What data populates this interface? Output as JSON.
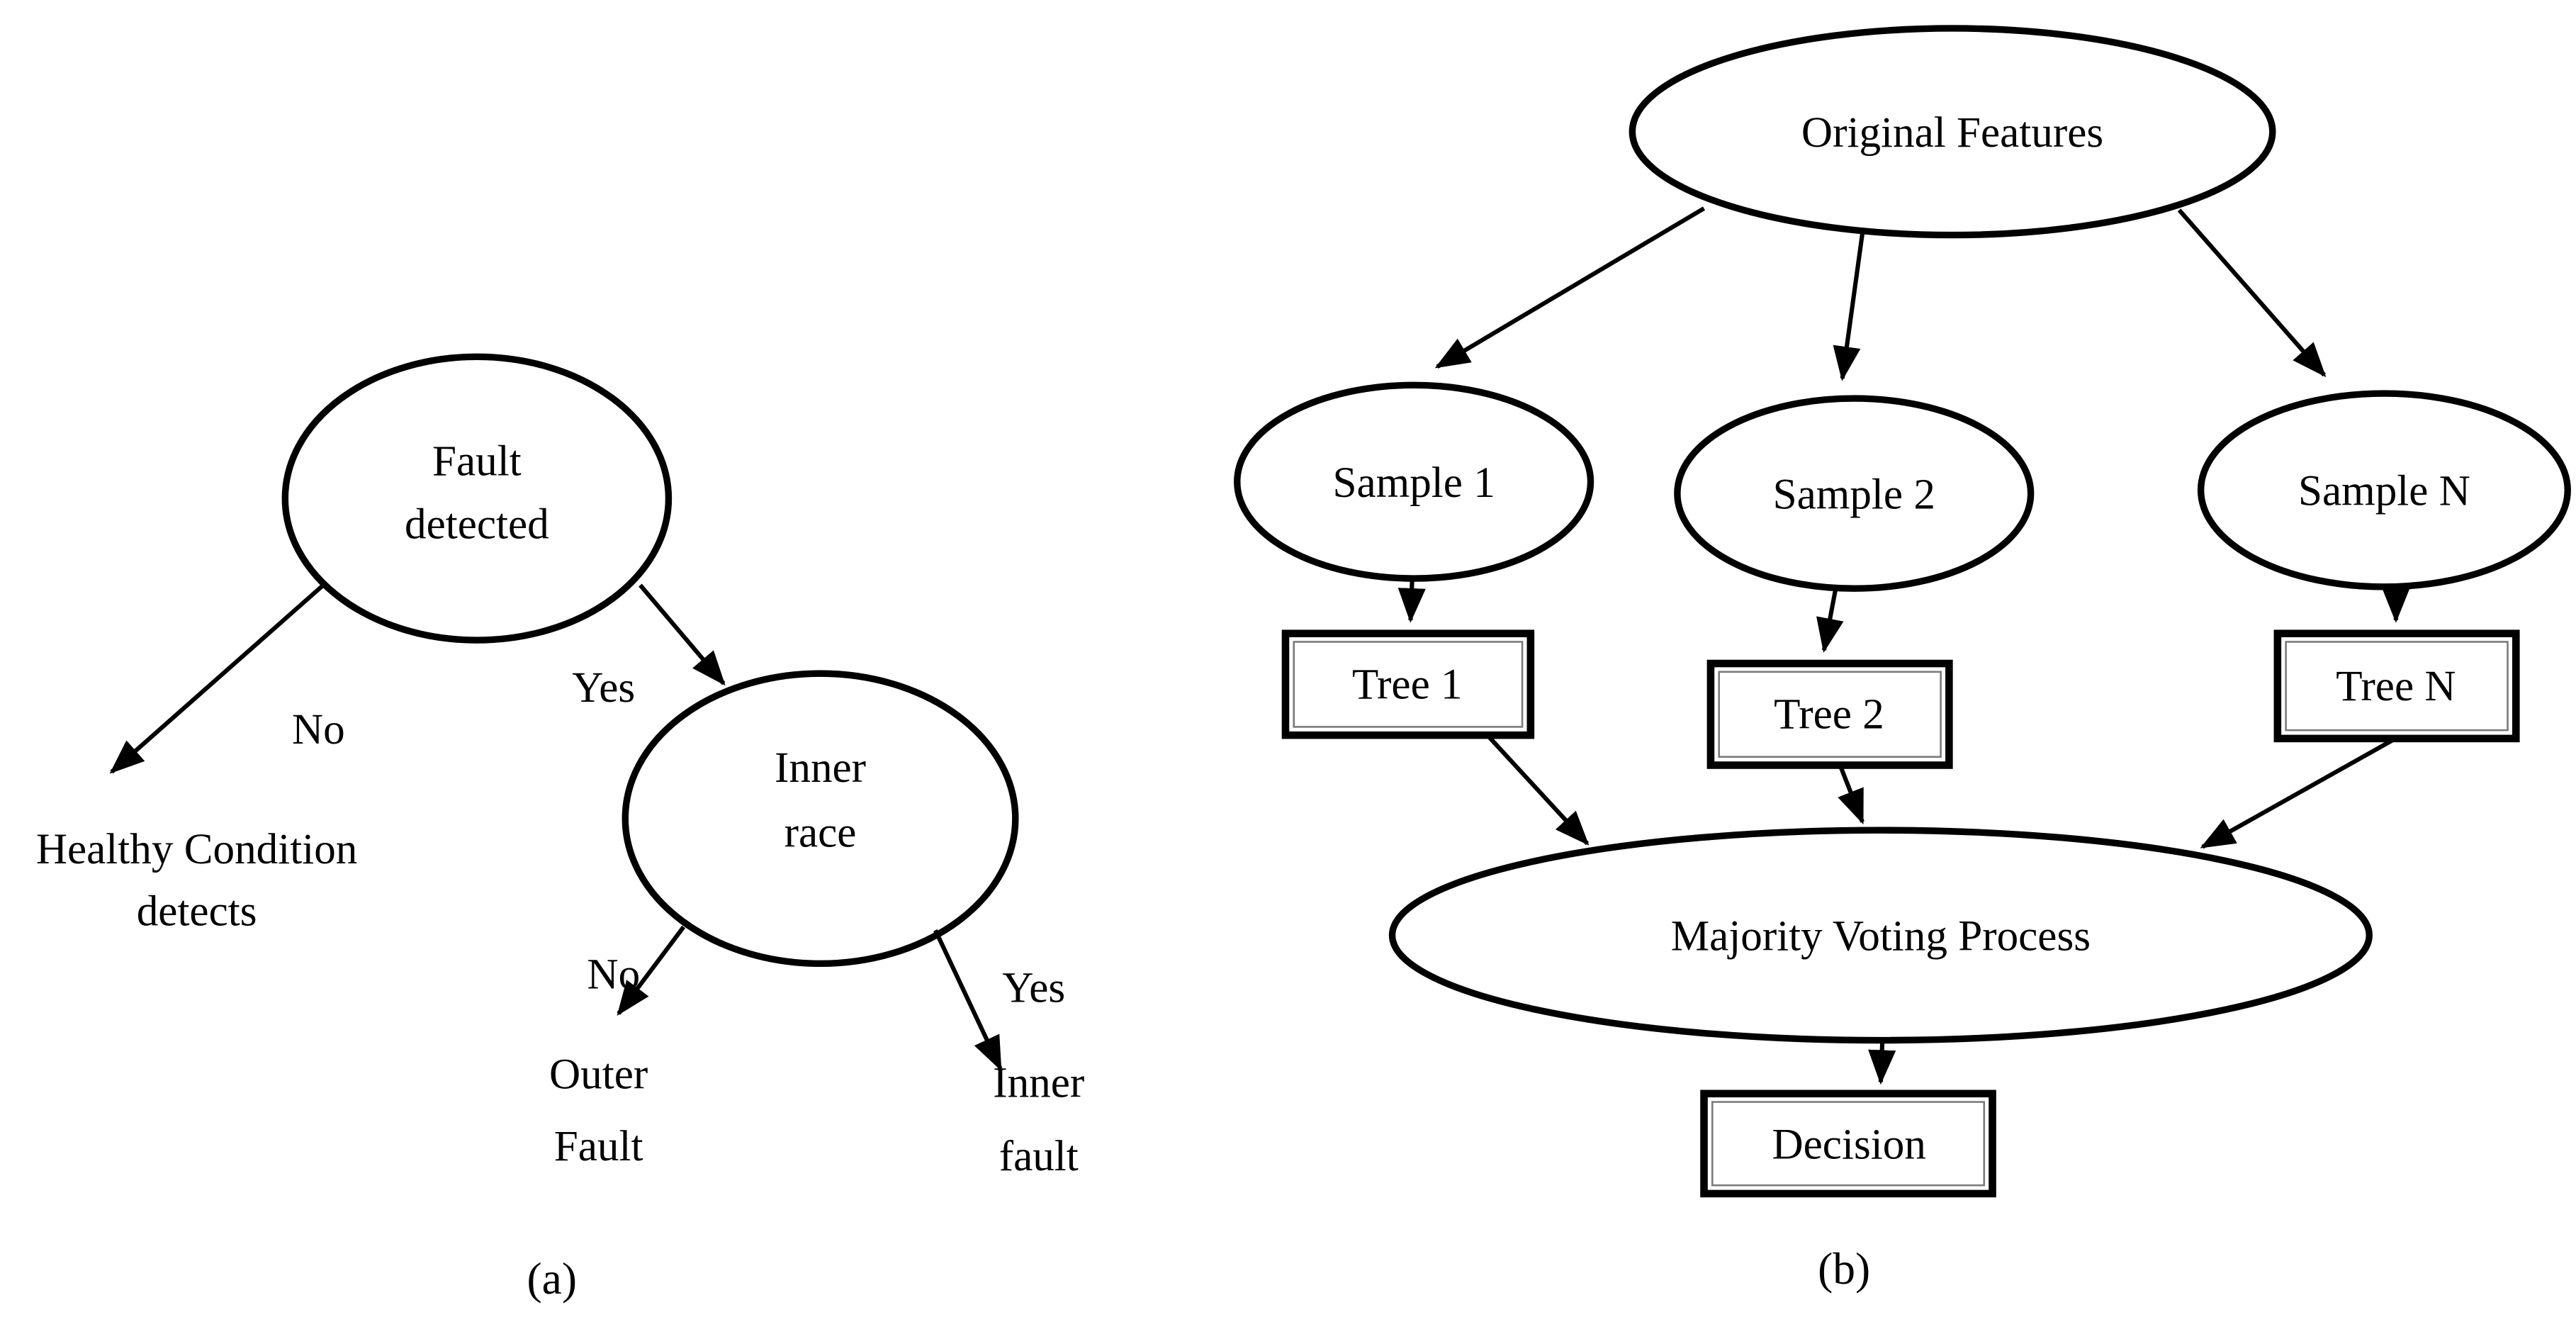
{
  "figure": {
    "background": "#ffffff",
    "line_color": "#000000",
    "text_color": "#000000"
  },
  "panel_a": {
    "caption": "(a)",
    "fault_detected": {
      "lines": [
        "Fault",
        "detected"
      ]
    },
    "inner_race": {
      "lines": [
        "Inner",
        "race"
      ]
    },
    "branch_labels": {
      "fault_no": "No",
      "fault_yes": "Yes",
      "race_no": "No",
      "race_yes": "Yes"
    },
    "healthy_outcome": {
      "lines": [
        "Healthy Condition",
        "detects"
      ]
    },
    "outer_outcome": {
      "lines": [
        "Outer",
        "Fault"
      ]
    },
    "inner_outcome": {
      "lines": [
        "Inner",
        "fault"
      ]
    }
  },
  "panel_b": {
    "caption": "(b)",
    "original_features": "Original Features",
    "samples": [
      "Sample 1",
      "Sample 2",
      "Sample N"
    ],
    "trees": [
      "Tree 1",
      "Tree 2",
      "Tree N"
    ],
    "majority_voting": "Majority Voting Process",
    "decision": "Decision"
  }
}
